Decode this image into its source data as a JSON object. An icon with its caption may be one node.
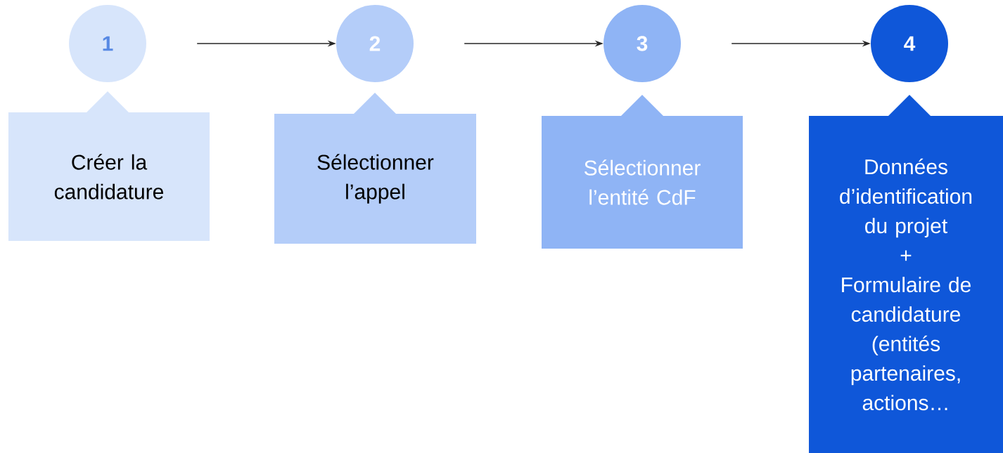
{
  "diagram": {
    "nodes": [
      {
        "text": [
          "1"
        ]
      },
      {
        "text": [
          "2"
        ]
      },
      {
        "text": [
          "3"
        ]
      },
      {
        "text": [
          "4"
        ]
      },
      {
        "text": [
          "Créer la candidature"
        ]
      },
      {
        "text": [
          "Sélectionner l’appel"
        ]
      },
      {
        "text": [
          "Sélectionner l’entité CdF"
        ]
      },
      {
        "text": [
          "Données d’identification du projet",
          "+",
          "Formulaire de candidature (entités partenaires, actions…"
        ]
      }
    ],
    "edges": [
      {
        "from": 0,
        "to": 1,
        "arrow": "to"
      },
      {
        "from": 1,
        "to": 2,
        "arrow": "to"
      },
      {
        "from": 2,
        "to": 3,
        "arrow": "to"
      }
    ]
  }
}
